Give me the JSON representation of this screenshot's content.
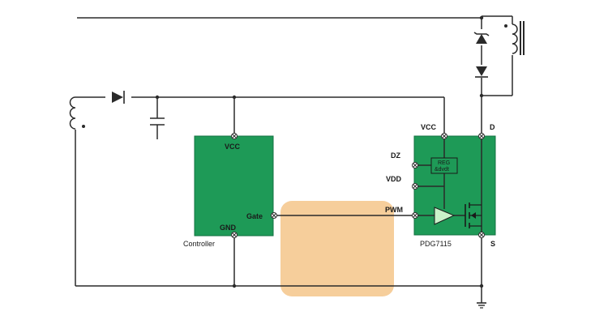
{
  "controller": {
    "vcc_label": "VCC",
    "gnd_label": "GND",
    "gate_label": "Gate",
    "name_label": "Controller",
    "color": "#1e9a57"
  },
  "switch_ic": {
    "vcc_label": "VCC",
    "drain_label": "D",
    "dz_label": "DZ",
    "vdd_label": "VDD",
    "pwm_label": "PWM",
    "source_label": "S",
    "part_number": "PDG7115",
    "regulator_label_line1": "REG",
    "regulator_label_line2": "&dvdt",
    "color": "#1e9a57"
  },
  "highlight": {
    "color": "#f5c58a"
  }
}
